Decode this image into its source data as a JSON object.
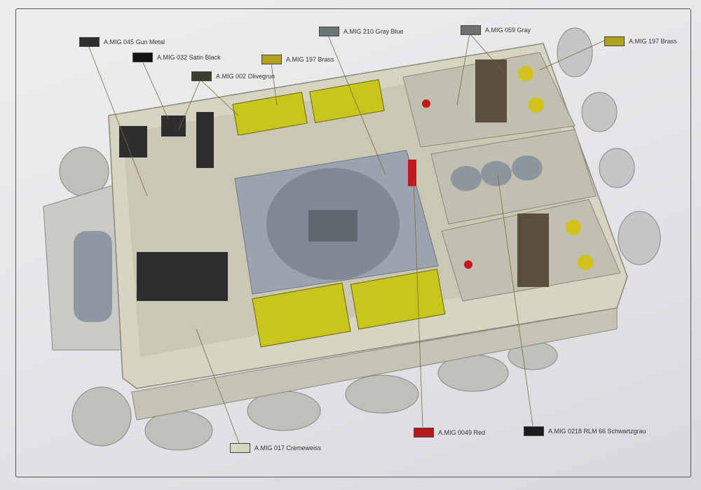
{
  "title": "Interior painting guide",
  "callouts": [
    {
      "id": "gun-metal",
      "label": "A.MIG 045 Gun Metal",
      "color": "#2e2e30"
    },
    {
      "id": "satin-black",
      "label": "A.MIG 032  Satin Black",
      "color": "#141214"
    },
    {
      "id": "olivegrun",
      "label": "A.MIG 002 Olivegrun",
      "color": "#3c3d2c"
    },
    {
      "id": "brass-1",
      "label": "A.MIG 197 Brass",
      "color": "#b0a21e"
    },
    {
      "id": "gray-blue",
      "label": "A.MIG 210 Gray Blue",
      "color": "#6d7476"
    },
    {
      "id": "gray",
      "label": "A.MIG 059 Gray",
      "color": "#6f7072"
    },
    {
      "id": "brass-2",
      "label": "A.MIG 197 Brass",
      "color": "#b0a21e"
    },
    {
      "id": "red",
      "label": "A.MIG 0049 Red",
      "color": "#b8141c"
    },
    {
      "id": "schwartzgrau",
      "label": "A.MIG 0218 RLM 66 Schwartzgrau",
      "color": "#1c1c1e"
    },
    {
      "id": "cremeweiss",
      "label": "A.MIG 017 Cremeweiss",
      "color": "#d8d6c2"
    }
  ]
}
